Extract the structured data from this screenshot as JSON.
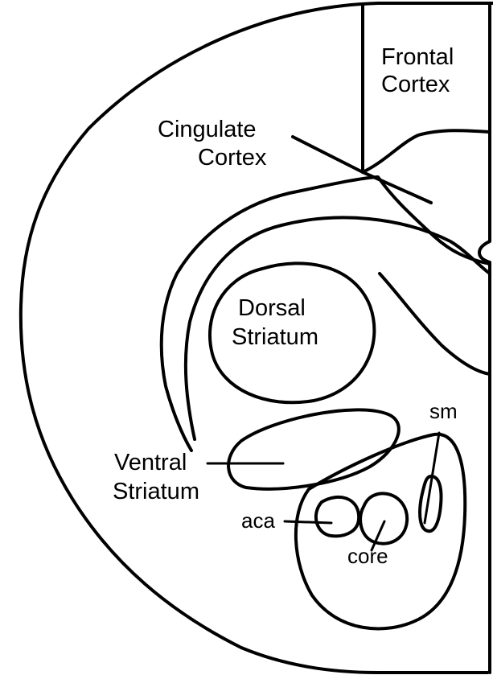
{
  "labels": {
    "frontal_cortex": [
      "Frontal",
      "Cortex"
    ],
    "cingulate_cortex": [
      "Cingulate",
      "Cortex"
    ],
    "dorsal_striatum": [
      "Dorsal",
      "Striatum"
    ],
    "ventral_striatum": [
      "Ventral",
      "Striatum"
    ],
    "aca": "aca",
    "core": "core",
    "sm": "sm"
  },
  "colors": {
    "stroke": "#000000",
    "background": "#ffffff"
  }
}
